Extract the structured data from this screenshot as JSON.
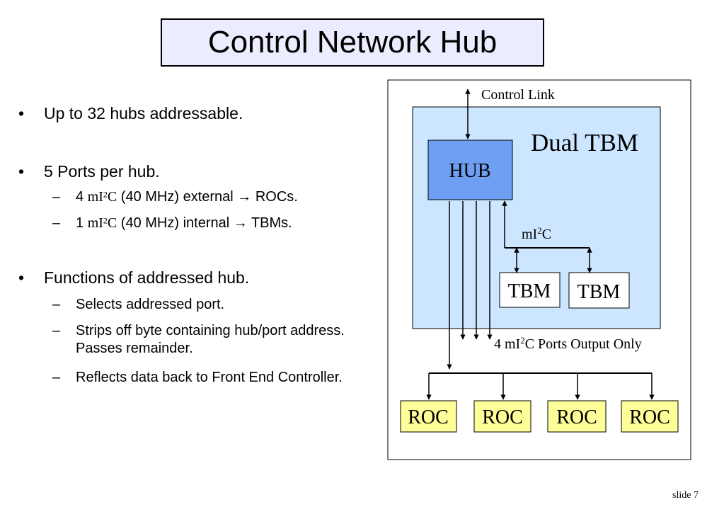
{
  "title": "Control Network Hub",
  "bullets": {
    "marker": "•",
    "dash": "–",
    "b1": "Up to 32 hubs addressable.",
    "b2": "5 Ports per hub.",
    "b2_sub1": {
      "prefix": "4 ",
      "m": "mI",
      "sup": "2",
      "c": "C",
      "rest": " (40 MHz) external  → ROCs."
    },
    "b2_sub2": {
      "prefix": "1 ",
      "m": "mI",
      "sup": "2",
      "c": "C",
      "rest": " (40 MHz) internal → TBMs."
    },
    "b3": "Functions of addressed hub.",
    "b3_sub1": "Selects addressed port.",
    "b3_sub2": "Strips off byte containing hub/port address.  Passes remainder.",
    "b3_sub3": "Reflects data back to Front End Controller."
  },
  "diagram": {
    "control_link": "Control Link",
    "dual_tbm": "Dual TBM",
    "hub": "HUB",
    "mi2c": {
      "m": "mI",
      "sup": "2",
      "c": "C"
    },
    "tbm1": "TBM",
    "tbm2": "TBM",
    "ports_label": {
      "prefix": "4 mI",
      "sup": "2",
      "rest": "C Ports Output Only"
    },
    "roc1": "ROC",
    "roc2": "ROC",
    "roc3": "ROC",
    "roc4": "ROC",
    "colors": {
      "hub": "#6f9ff2",
      "dual_tbm_bg": "#cce6ff",
      "roc": "#ffff99",
      "title_bg": "#ececff"
    }
  },
  "footer": {
    "slide": "slide 7"
  }
}
